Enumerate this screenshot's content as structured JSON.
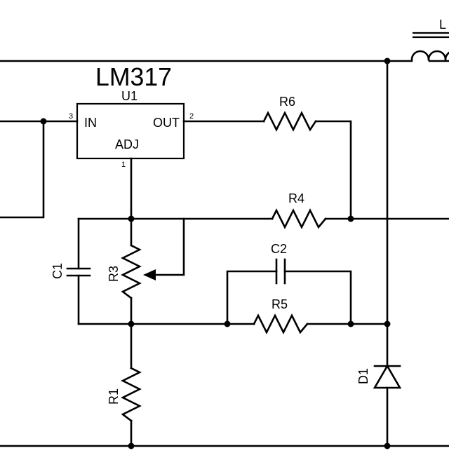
{
  "schematic": {
    "chip_part": "LM317",
    "chip_ref": "U1",
    "pin_in_number": "3",
    "pin_in_label": "IN",
    "pin_out_number": "2",
    "pin_out_label": "OUT",
    "pin_adj_number": "1",
    "pin_adj_label": "ADJ",
    "resistors": [
      "R6",
      "R4",
      "R3",
      "R5",
      "R1"
    ],
    "capacitors": [
      "C1",
      "C2"
    ],
    "diode": "D1",
    "inductor": "L"
  }
}
